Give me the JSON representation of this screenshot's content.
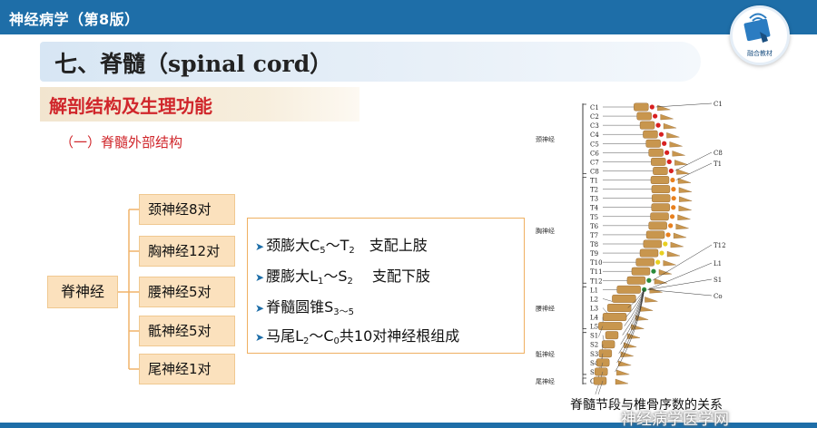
{
  "header": {
    "book_title": "神经病学（第8版）"
  },
  "logo": {
    "caption": "融合教材"
  },
  "slide": {
    "title": "七、脊髓（spinal cord）",
    "subtitle": "解剖结构及生理功能",
    "section": "（一）脊髓外部结构"
  },
  "tree": {
    "root": "脊神经",
    "branches": [
      "颈神经8对",
      "胸神经12对",
      "腰神经5对",
      "骶神经5对",
      "尾神经1对"
    ]
  },
  "info": {
    "rows": [
      {
        "a": "颈膨大C",
        "a_sub": "5",
        "b": "～T",
        "b_sub": "2",
        "c": "　支配上肢"
      },
      {
        "a": "腰膨大L",
        "a_sub": "1",
        "b": "～S",
        "b_sub": "2",
        "c": "　 支配下肢"
      },
      {
        "a": "脊髓圆锥S",
        "a_sub": "3～5",
        "b": "",
        "b_sub": "",
        "c": ""
      },
      {
        "a": "马尾L",
        "a_sub": "2",
        "b": "～C",
        "b_sub": "0",
        "c": "共10对神经根组成"
      }
    ]
  },
  "figure": {
    "caption": "脊髓节段与椎骨序数的关系",
    "vertebra_labels": [
      "C1",
      "C2",
      "C3",
      "C4",
      "C5",
      "C6",
      "C7",
      "C8",
      "T1",
      "T2",
      "T3",
      "T4",
      "T5",
      "T6",
      "T7",
      "T8",
      "T9",
      "T10",
      "T11",
      "T12",
      "L1",
      "L2",
      "L3",
      "L4",
      "L5",
      "S1",
      "S2",
      "S3",
      "S4",
      "S5",
      "Co"
    ],
    "region_labels": [
      "颈神经",
      "胸神经",
      "腰神经",
      "骶神经",
      "尾神经"
    ],
    "right_labels": [
      "C1",
      "C8",
      "T1",
      "T12",
      "L1",
      "S1",
      "Co"
    ],
    "colors": {
      "cervical": "#d82020",
      "thoracic": "#e8801e",
      "lumbar": "#e8d020",
      "sacral": "#2a8a3a",
      "bone": "#c8964e"
    }
  },
  "watermark": "神经病学医学网"
}
